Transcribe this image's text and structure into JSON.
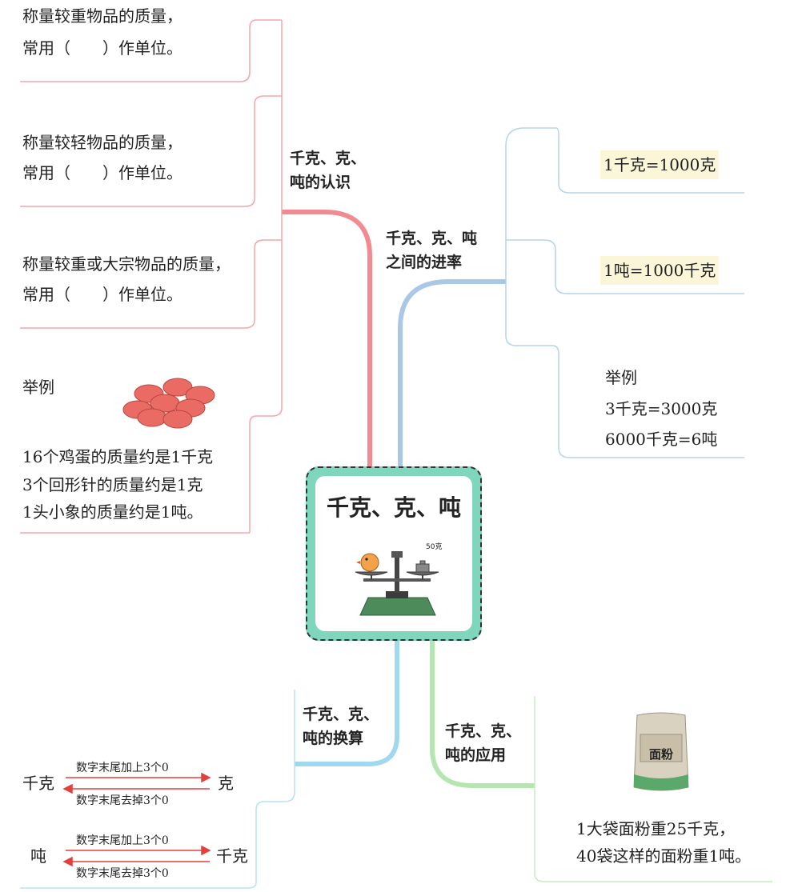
{
  "center": {
    "title": "千克、克、吨"
  },
  "branches": {
    "recognition": {
      "label_line1": "千克、克、",
      "label_line2": "吨的认识",
      "items": [
        {
          "line1": "称量较重物品的质量，",
          "line2": "常用（　　）作单位。"
        },
        {
          "line1": "称量较轻物品的质量，",
          "line2": "常用（　　）作单位。"
        },
        {
          "line1": "称量较重或大宗物品的质量，",
          "line2": "常用（　　）作单位。"
        }
      ],
      "example_label": "举例",
      "examples": [
        "16个鸡蛋的质量约是1千克",
        "3个回形针的质量约是1克",
        "1头小象的质量约是1吨。"
      ]
    },
    "rates": {
      "label_line1": "千克、克、吨",
      "label_line2": "之间的进率",
      "fact1": "1千克=1000克",
      "fact2": "1吨=1000千克",
      "example_label": "举例",
      "examples": [
        "3千克=3000克",
        "6000千克=6吨"
      ]
    },
    "conversion": {
      "label_line1": "千克、克、",
      "label_line2": "吨的换算",
      "row1": {
        "left": "千克",
        "right": "克",
        "top": "数字末尾加上3个0",
        "bottom": "数字末尾去掉3个0"
      },
      "row2": {
        "left": "吨",
        "right": "千克",
        "top": "数字末尾加上3个0",
        "bottom": "数字末尾去掉3个0"
      }
    },
    "application": {
      "label_line1": "千克、克、",
      "label_line2": "吨的应用",
      "bag_label": "面粉",
      "text_line1": "1大袋面粉重25千克，",
      "text_line2": "40袋这样的面粉重1吨。"
    }
  },
  "scale_weight_label": "50克",
  "colors": {
    "red": "#f08a8f",
    "blue": "#a8c8e6",
    "cyan": "#9fd8ef",
    "green": "#b6e6b0",
    "teal": "#7ed7bd",
    "highlight": "#fbf6d8"
  }
}
